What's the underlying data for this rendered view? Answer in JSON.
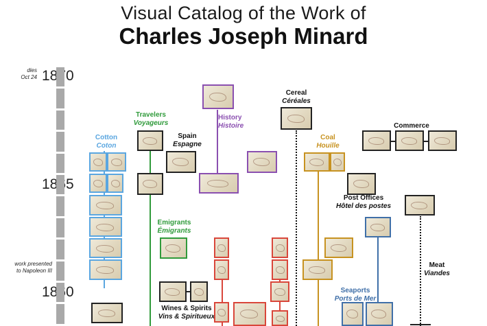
{
  "title": {
    "line1": "Visual Catalog of the Work of",
    "line2": "Charles Joseph Minard"
  },
  "timeline": {
    "years": [
      "1870",
      "1865",
      "1860"
    ],
    "note_top": [
      "dies",
      "Oct 24"
    ],
    "note_mid": [
      "work presented",
      "to Napoleon III"
    ]
  },
  "categories": {
    "cotton": {
      "en": "Cotton",
      "fr": "Coton",
      "color": "#5aa6e0"
    },
    "travelers": {
      "en": "Travelers",
      "fr": "Voyageurs",
      "color": "#2f9a3a"
    },
    "spain": {
      "en": "Spain",
      "fr": "Espagne",
      "color": "#111111"
    },
    "history": {
      "en": "History",
      "fr": "Histoire",
      "color": "#8a4fb0"
    },
    "cereal": {
      "en": "Cereal",
      "fr": "Céréales",
      "color": "#111111"
    },
    "coal": {
      "en": "Coal",
      "fr": "Houille",
      "color": "#c79220"
    },
    "commerce": {
      "en": "Commerce",
      "color": "#111111"
    },
    "post_offices": {
      "en": "Post Offices",
      "fr": "Hôtel des postes",
      "color": "#111111"
    },
    "emigrants": {
      "en": "Emigrants",
      "fr": "Émigrants",
      "color": "#2f9a3a"
    },
    "meat": {
      "en": "Meat",
      "fr": "Viandes",
      "color": "#111111"
    },
    "wines": {
      "en": "Wines & Spirits",
      "fr": "Vins & Spiritueux",
      "color": "#111111"
    },
    "seaports": {
      "en": "Seaports",
      "fr": "Ports de Mer",
      "color": "#3f6fa8"
    },
    "red_group": {
      "color": "#d9463a"
    }
  }
}
